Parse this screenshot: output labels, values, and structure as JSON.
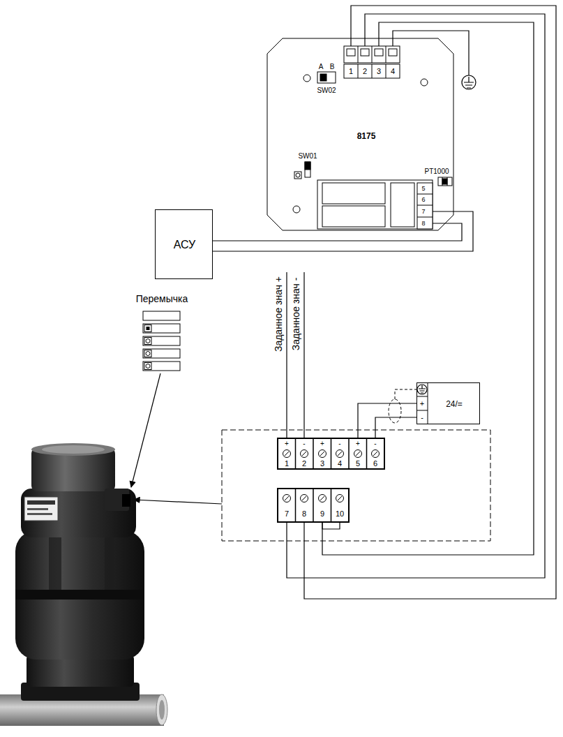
{
  "diagram": {
    "nodes": [
      {
        "text": [
          "8175"
        ]
      },
      {
        "text": [
          "АСУ"
        ]
      },
      {
        "text": [
          "24/="
        ]
      }
    ],
    "edges": [
      {
        "from": 1,
        "to": 0,
        "arrow": "none"
      },
      {
        "from": 1,
        "to": 0,
        "arrow": "none"
      }
    ],
    "labels": [
      "A",
      "B",
      "1",
      "2",
      "3",
      "4",
      "SW02",
      "SW01",
      "PT1000",
      "5",
      "6",
      "7",
      "8",
      "Перемычка",
      "Заданное знач +",
      "Заданное знач -",
      "+",
      "-",
      "+",
      "-",
      "+",
      "-",
      "+",
      "-",
      "1",
      "2",
      "3",
      "4",
      "5",
      "6",
      "7",
      "8",
      "9",
      "10"
    ]
  }
}
